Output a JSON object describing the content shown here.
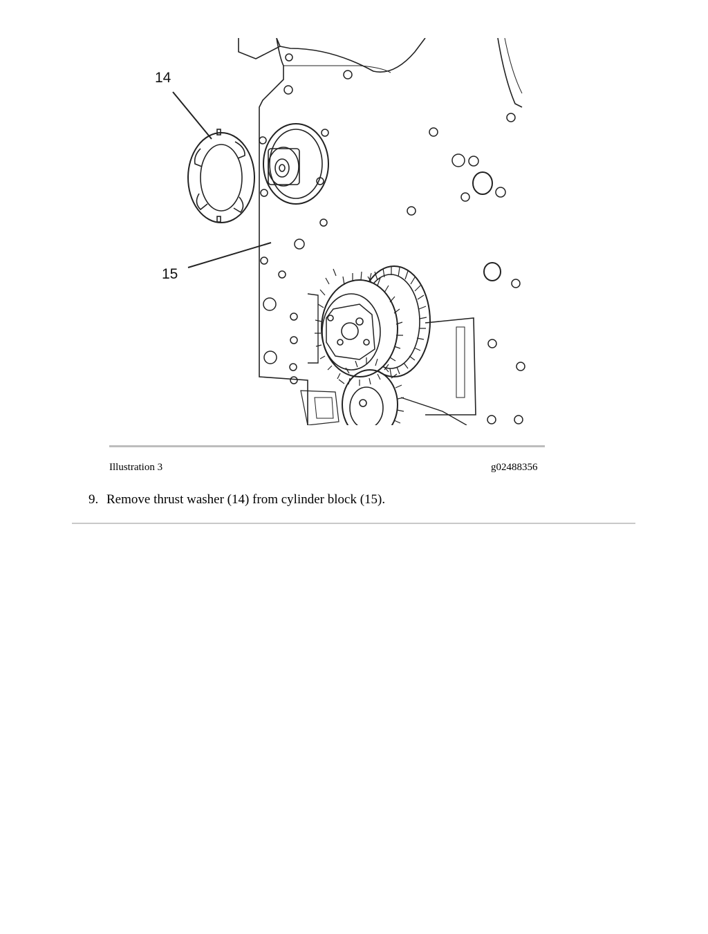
{
  "figure": {
    "callouts": {
      "c14": "14",
      "c15": "15"
    }
  },
  "caption": {
    "label": "Illustration 3",
    "graphic_id": "g02488356"
  },
  "step": {
    "number": "9.",
    "text": "Remove thrust washer (14) from cylinder block (15)."
  }
}
